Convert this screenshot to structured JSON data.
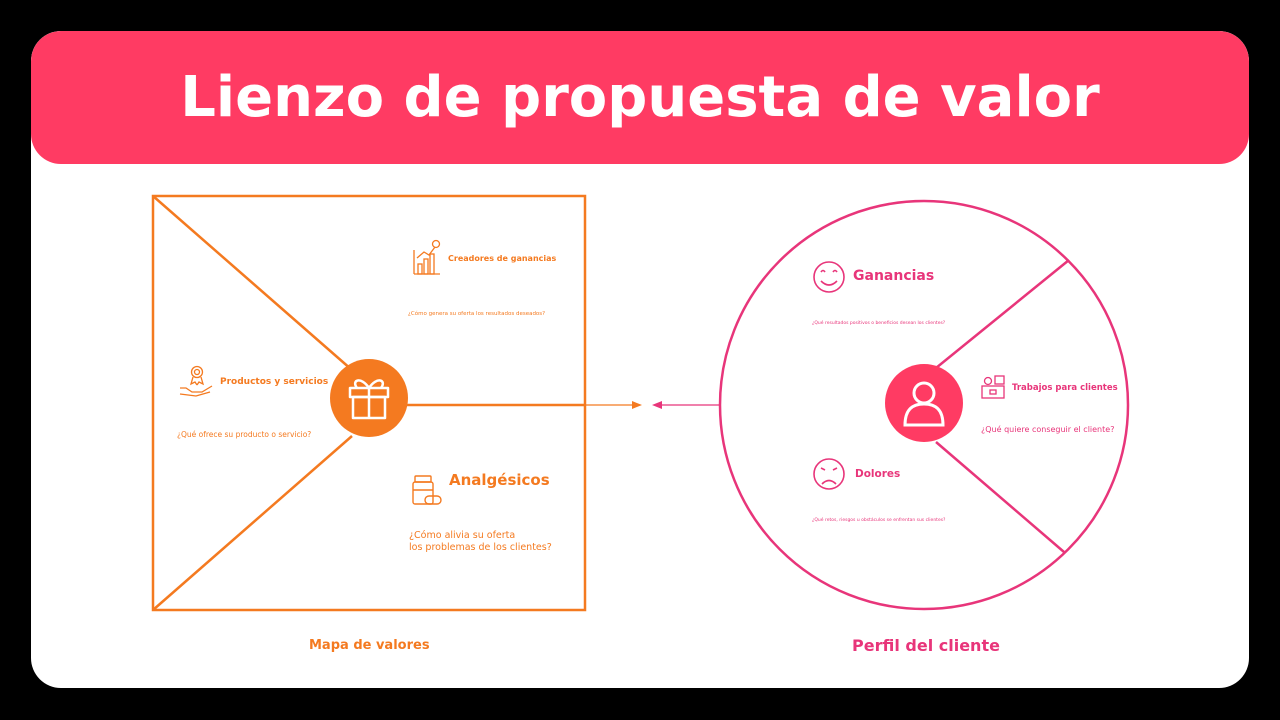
{
  "title": "Lienzo de propuesta de valor",
  "colors": {
    "banner": "#ff3b63",
    "value_map": "#f47a20",
    "customer_profile": "#e8357a"
  },
  "value_map": {
    "caption": "Mapa de valores",
    "center_icon": "gift-icon",
    "gain_creators": {
      "title": "Creadores de ganancias",
      "question": "¿Cómo genera su oferta los resultados deseados?",
      "icon": "growth-chart-icon"
    },
    "products_services": {
      "title": "Productos y servicios",
      "question": "¿Qué ofrece su producto o servicio?",
      "icon": "hand-award-icon"
    },
    "pain_relievers": {
      "title": "Analgésicos",
      "question_line1": "¿Cómo alivia su oferta",
      "question_line2": "los problemas de los clientes?",
      "icon": "medicine-icon"
    }
  },
  "customer_profile": {
    "caption": "Perfil del cliente",
    "center_icon": "user-icon",
    "gains": {
      "title": "Ganancias",
      "question": "¿Qué resultados positivos o beneficios desean los clientes?",
      "icon": "smile-icon"
    },
    "jobs": {
      "title": "Trabajos para clientes",
      "question": "¿Qué quiere conseguir el cliente?",
      "icon": "workstation-icon"
    },
    "pains": {
      "title": "Dolores",
      "question": "¿Qué retos, riesgos u obstáculos se enfrentan sus clientes?",
      "icon": "sad-face-icon"
    }
  }
}
